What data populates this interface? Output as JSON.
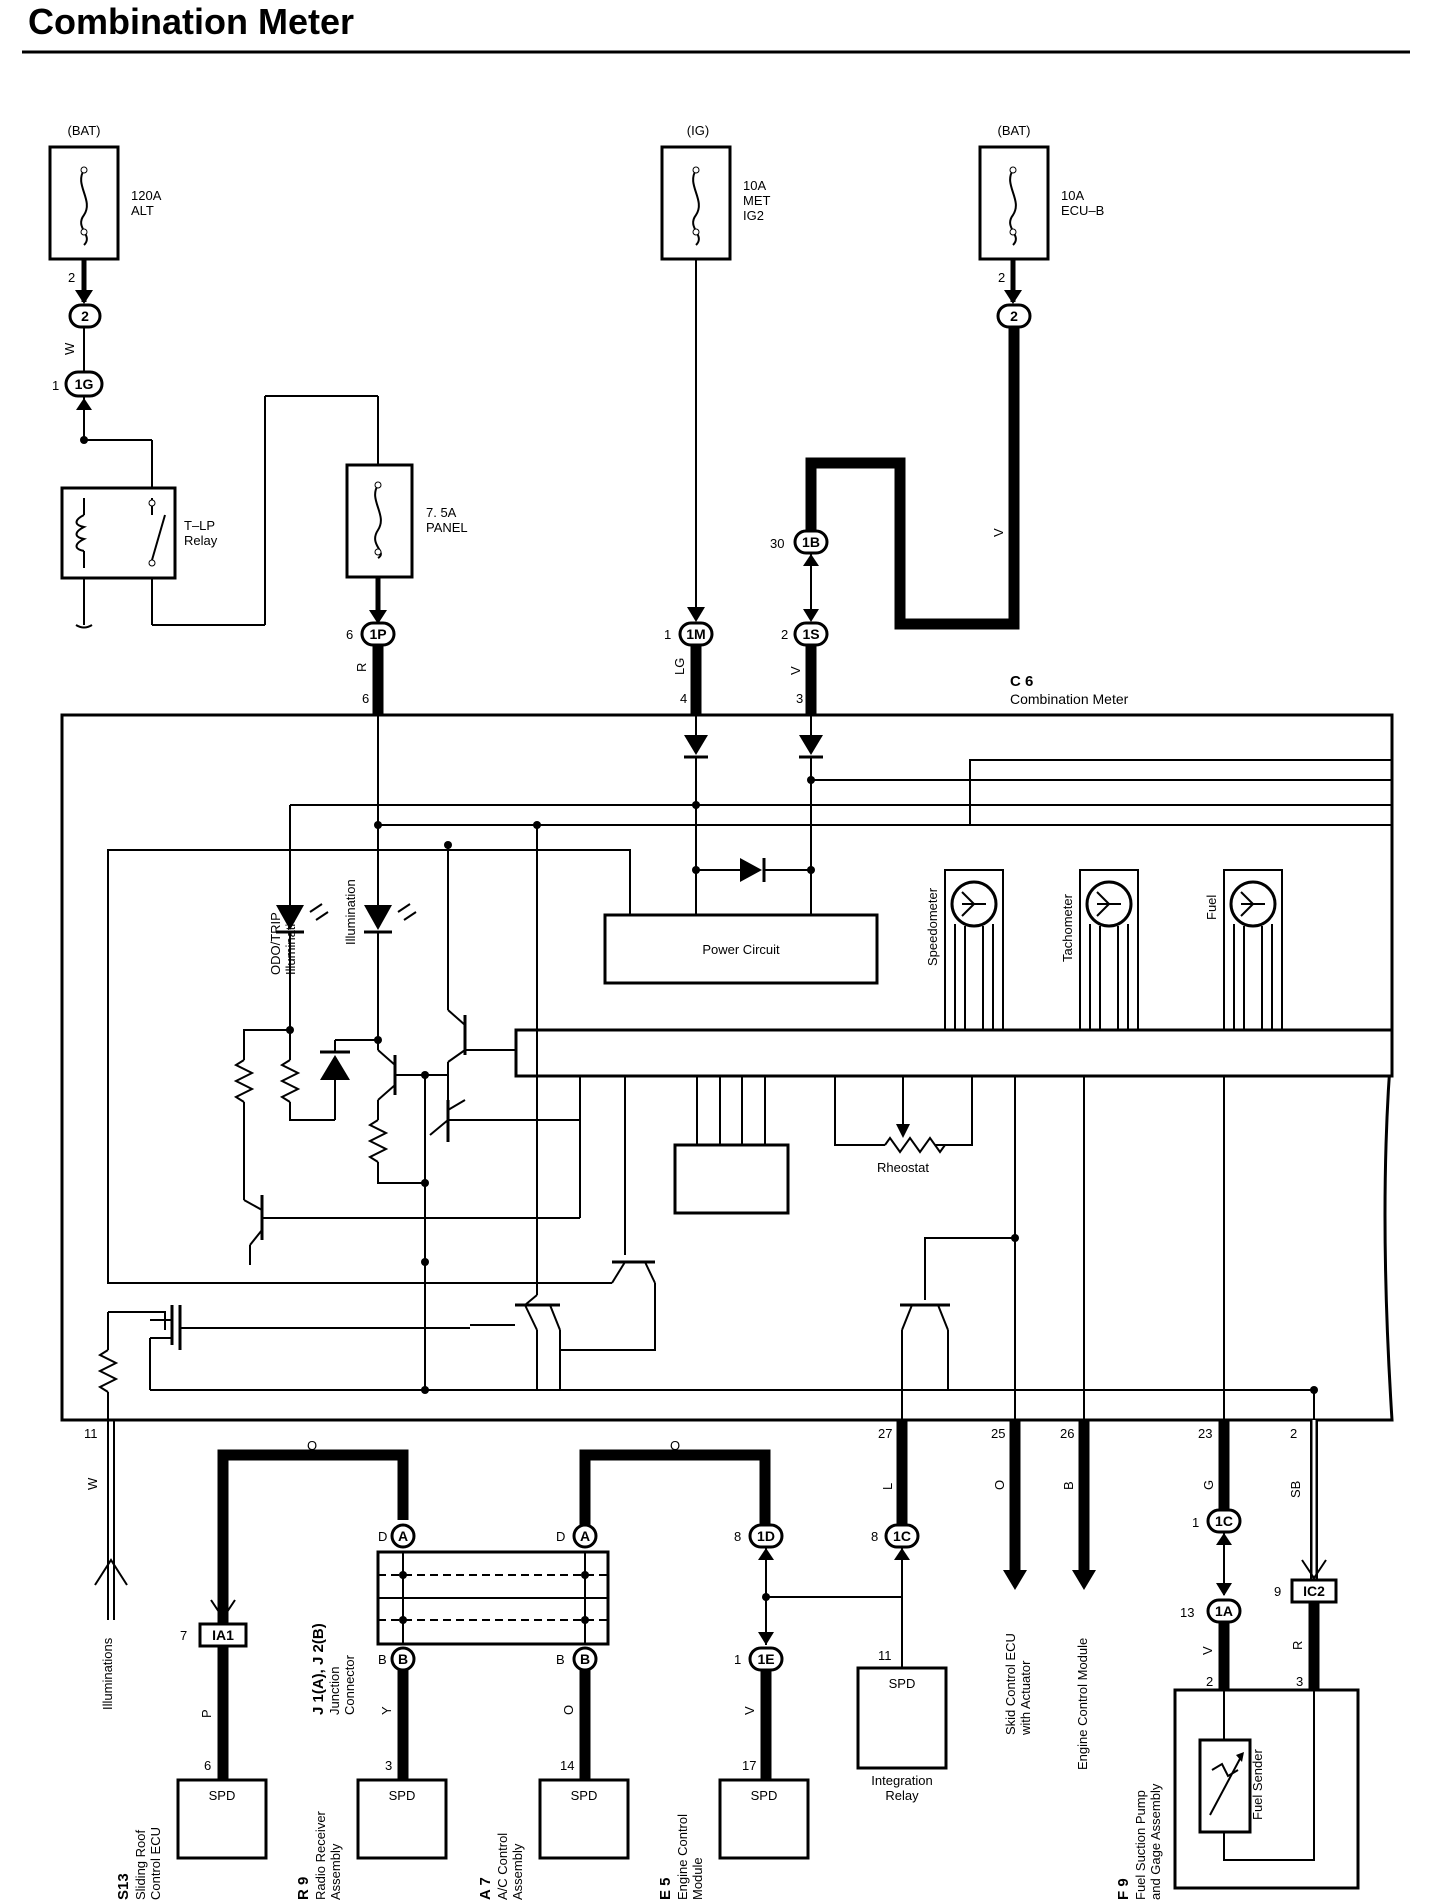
{
  "title": "Combination Meter",
  "sources": {
    "alt": {
      "supply": "(BAT)",
      "rating": "120A",
      "name": "ALT",
      "pin": "2",
      "conn": "2"
    },
    "met": {
      "supply": "(IG)",
      "rating": "10A",
      "name1": "MET",
      "name2": "IG2"
    },
    "ecub": {
      "supply": "(BAT)",
      "rating": "10A",
      "name": "ECU–B",
      "pin": "2",
      "conn": "2"
    }
  },
  "relay": {
    "name1": "T–LP",
    "name2": "Relay",
    "pin": "1",
    "conn": "1G",
    "wire": "W"
  },
  "panel_fuse": {
    "rating": "7. 5A",
    "name": "PANEL",
    "pin": "6",
    "conn": "1P",
    "wire": "R",
    "meter_pin": "6"
  },
  "met_conn": {
    "pin": "1",
    "conn": "1M",
    "wire": "LG",
    "meter_pin": "4"
  },
  "ecub_route": {
    "pin30": "30",
    "conn30": "1B",
    "wire": "V",
    "pin2": "2",
    "conn2": "1S",
    "wire2": "V",
    "meter_pin": "3"
  },
  "meter": {
    "code": "C 6",
    "name": "Combination Meter"
  },
  "internal": {
    "power_circuit": "Power Circuit",
    "speedometer": "Speedometer",
    "tachometer": "Tachometer",
    "fuel": "Fuel",
    "odo": "ODO/TRIP",
    "odo2": "Illumination",
    "illum": "Illumination",
    "rheostat": "Rheostat"
  },
  "bottom_pins": {
    "p11": "11",
    "w11": "W",
    "p27": "27",
    "w27": "L",
    "p25": "25",
    "w25": "O",
    "p26": "26",
    "w26": "B",
    "p23": "23",
    "w23": "G",
    "p2": "2",
    "w2": "SB"
  },
  "wiring": {
    "o_left": "O",
    "o_right": "O",
    "ia1_pin": "7",
    "ia1": "IA1",
    "ia1_wire": "P",
    "ia1_dest_pin": "6",
    "jA_pin": "D",
    "jA": "A",
    "jB_pin": "B",
    "jB": "B",
    "jB_wire": "Y",
    "jB_dest_pin": "3",
    "jA2_pin": "D",
    "jA2": "A",
    "jB2_pin": "B",
    "jB2": "B",
    "jB2_wire": "O",
    "jB2_dest_pin": "14",
    "c1D_pin": "8",
    "c1D": "1D",
    "c1E_pin": "1",
    "c1E": "1E",
    "c1E_wire": "V",
    "c1E_dest_pin": "17",
    "c1C8_pin": "8",
    "c1C8": "1C",
    "integ_pin": "11",
    "c1C_pin": "1",
    "c1C": "1C",
    "c1A_pin": "13",
    "c1A": "1A",
    "c1A_wire": "V",
    "c1A_dest_pin": "2",
    "ic2_pin": "9",
    "ic2": "IC2",
    "ic2_wire": "R",
    "ic2_dest_pin": "3"
  },
  "junction": {
    "code": "J 1(A), J 2(B)",
    "name1": "Junction",
    "name2": "Connector"
  },
  "destinations": {
    "illuminations": "Illuminations",
    "s13_code": "S13",
    "s13_1": "Sliding Roof",
    "s13_2": "Control ECU",
    "s13_box": "SPD",
    "r9_code": "R 9",
    "r9_1": "Radio Receiver",
    "r9_2": "Assembly",
    "r9_box": "SPD",
    "a7_code": "A 7",
    "a7_1": "A/C Control",
    "a7_2": "Assembly",
    "a7_box": "SPD",
    "e5_code": "E 5",
    "e5_1": "Engine Control",
    "e5_2": "Module",
    "e5_box": "SPD",
    "integ_box": "SPD",
    "integ_1": "Integration",
    "integ_2": "Relay",
    "skid_1": "Skid Control ECU",
    "skid_2": "with Actuator",
    "ecm": "Engine Control Module",
    "f9_code": "F 9",
    "f9_1": "Fuel Suction Pump",
    "f9_2": "and Gage Assembly",
    "fuel_sender": "Fuel Sender"
  }
}
